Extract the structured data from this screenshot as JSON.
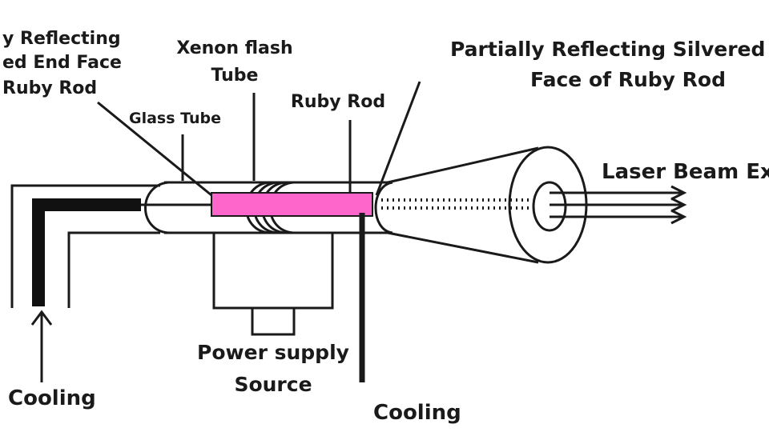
{
  "labels": {
    "fully_reflecting": [
      "y Reflecting",
      "ed End Face",
      "Ruby Rod"
    ],
    "xenon_flash_tube": [
      "Xenon flash",
      "Tube"
    ],
    "partially_reflecting": [
      "Partially Reflecting Silvered E",
      "Face of Ruby Rod"
    ],
    "glass_tube": "Glass Tube",
    "ruby_rod": "Ruby Rod",
    "laser_beam_exit": "Laser Beam Ex",
    "power_supply": [
      "Power supply",
      "Source"
    ],
    "cooling_left": "Cooling",
    "cooling_bottom": "Cooling"
  },
  "colors": {
    "ruby_rod": "#ff66cc",
    "stroke": "#1a1a1a",
    "background": "#ffffff"
  }
}
